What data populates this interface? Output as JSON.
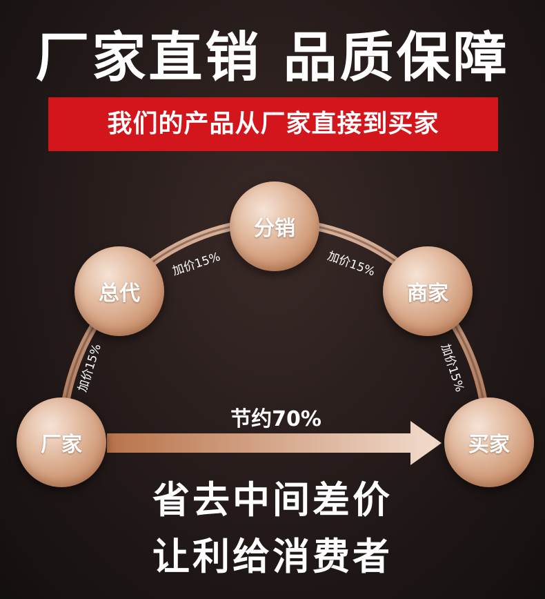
{
  "title": "厂家直销 品质保障",
  "banner": {
    "text": "我们的产品从厂家直接到买家",
    "color": "#d3151c"
  },
  "chain": {
    "nodes": [
      "厂家",
      "总代",
      "分销",
      "商家",
      "买家"
    ],
    "markups": [
      "加价15%",
      "加价15%",
      "加价15%",
      "加价15%"
    ]
  },
  "savings": {
    "label": "节约70%"
  },
  "slogan": {
    "line1": "省去中间差价",
    "line2": "让利给消费者"
  },
  "colors": {
    "node": "#e3bca2",
    "arc": "#c8977a",
    "arrow_start": "#b8734a",
    "arrow_end": "#f2dccd"
  }
}
